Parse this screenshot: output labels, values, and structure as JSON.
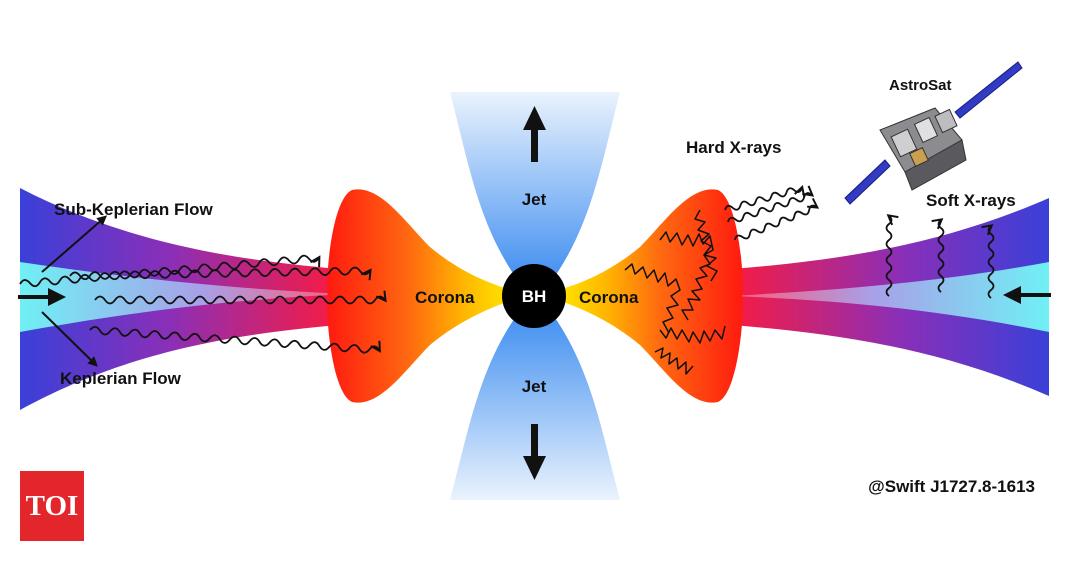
{
  "labels": {
    "sub_keplerian": "Sub-Keplerian Flow",
    "keplerian": "Keplerian Flow",
    "corona_left": "Corona",
    "corona_right": "Corona",
    "bh": "BH",
    "jet_top": "Jet",
    "jet_bottom": "Jet",
    "hard_xrays": "Hard X-rays",
    "soft_xrays": "Soft X-rays",
    "astrosat": "AstroSat",
    "credit": "@Swift J1727.8-1613"
  },
  "logo": {
    "text": "TOI",
    "color": "#e3262b"
  },
  "colors": {
    "flow_outer": "#3d3fd8",
    "flow_inner": "#7ff3f5",
    "flow_mid": "#c0238c",
    "corona_red": "#ff1a10",
    "corona_yellow": "#ffe200",
    "jet_blue": "#7fb4f4",
    "black_hole": "#000000"
  }
}
